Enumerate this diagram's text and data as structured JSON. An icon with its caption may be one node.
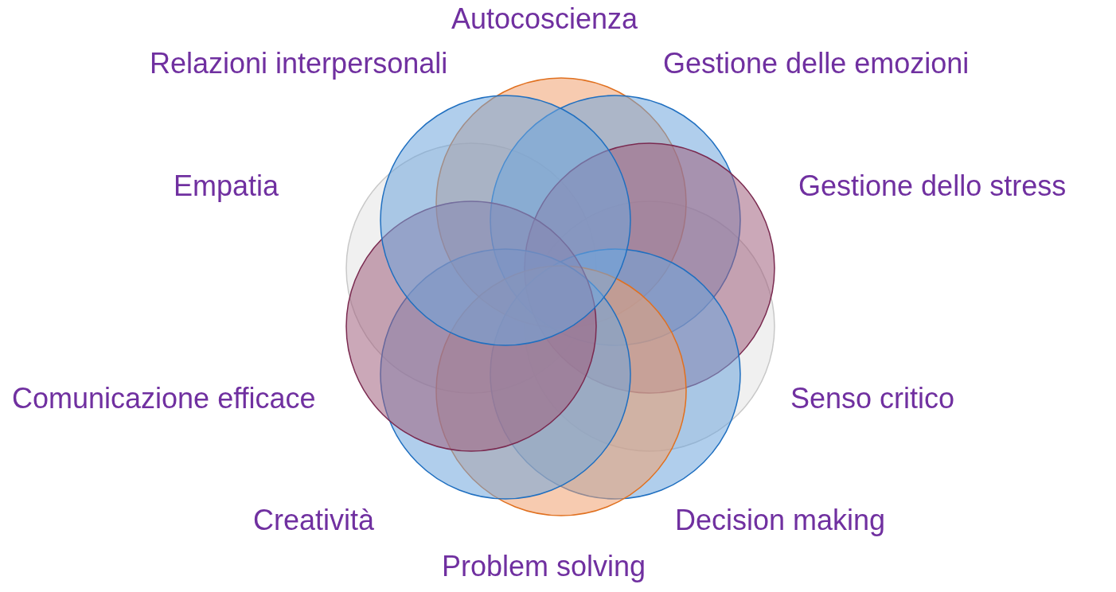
{
  "diagram": {
    "labels": [
      "Autocoscienza",
      "Relazioni interpersonali",
      "Gestione delle emozioni",
      "Empatia",
      "Gestione dello stress",
      "Comunicazione efficace",
      "Senso critico",
      "Creatività",
      "Decision making",
      "Problem solving"
    ]
  }
}
